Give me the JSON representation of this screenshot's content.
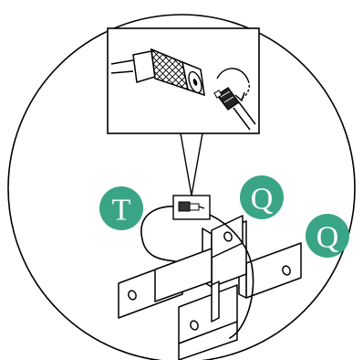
{
  "diagram": {
    "accent_color": "#3aa586",
    "line_color": "#000000",
    "badges": [
      {
        "id": "t",
        "label": "T"
      },
      {
        "id": "q1",
        "label": "Q"
      },
      {
        "id": "q2",
        "label": "Q"
      }
    ],
    "icons": [
      "antenna-connector-callout-icon",
      "rotate-arrow-icon",
      "coax-cable-icon",
      "metal-mounting-bracket-icon"
    ]
  }
}
